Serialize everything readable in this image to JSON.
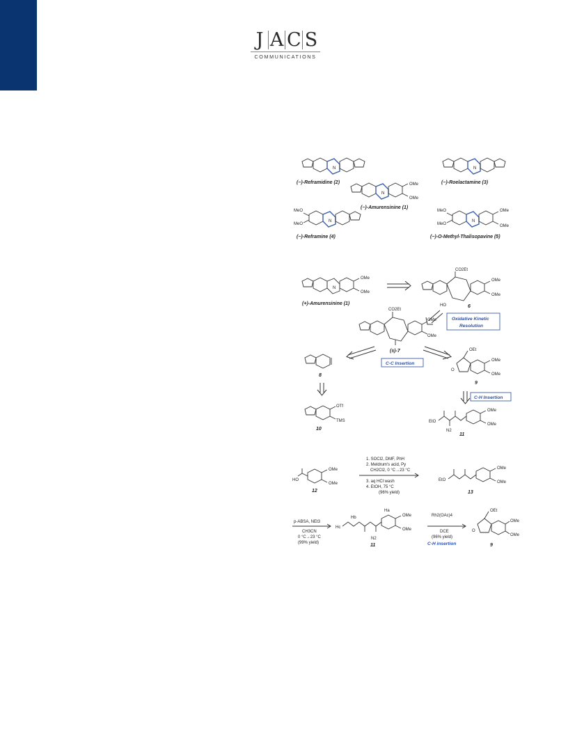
{
  "journal": {
    "logo_letters": [
      "J",
      "A",
      "C",
      "S"
    ],
    "logo_sub": "COMMUNICATIONS"
  },
  "figure1": {
    "compounds": [
      "(−)-Reframidine (2)",
      "(−)-Roelactamine (3)",
      "(−)-Amurensinine (1)",
      "(−)-Reframine (4)",
      "(−)-O-Methyl-Thalisopavine (5)"
    ],
    "substituents": {
      "ome": "OMe",
      "meo": "MeO",
      "n": "N"
    }
  },
  "scheme1": {
    "target_label": "(+)-Amurensinine (1)",
    "c6_label": "6",
    "c7_label": "(±)-7",
    "c8_label": "8",
    "c9_label": "9",
    "c10_label": "10",
    "c11_label": "11",
    "okr_line1": "Oxidative Kinetic",
    "okr_line2": "Resolution",
    "cc_insertion": "C-C Insertion",
    "ch_insertion": "C-H Insertion",
    "co2et": "CO2Et",
    "ho": "HO",
    "otf": "OTf",
    "tms": "TMS",
    "oet": "OEt",
    "eto": "EtO",
    "n2": "N2"
  },
  "scheme2": {
    "c12_label": "12",
    "c13_label": "13",
    "c11_label": "11",
    "c9_label": "9",
    "step1": "1. SOCl2, DMF, PhH",
    "step2": "2. Meldrum's acid, Py",
    "step2b": "CH2Cl2, 0 °C→23 °C",
    "step3": "3. aq HCl wash",
    "step4": "4. EtOH, 75 °C",
    "yield1": "(96% yield)",
    "reagent_a": "p-ABSA, NEt3",
    "reagent_a2": "CH3CN",
    "reagent_a3": "0 °C→23 °C",
    "yield2": "(99% yield)",
    "reagent_b": "Rh2(OAc)4",
    "reagent_b2": "DCE",
    "yield3": "(96% yield)",
    "ch_insertion": "C-H insertion",
    "ho": "HO",
    "ha": "Ha",
    "hb": "Hb",
    "hc": "Hc"
  }
}
